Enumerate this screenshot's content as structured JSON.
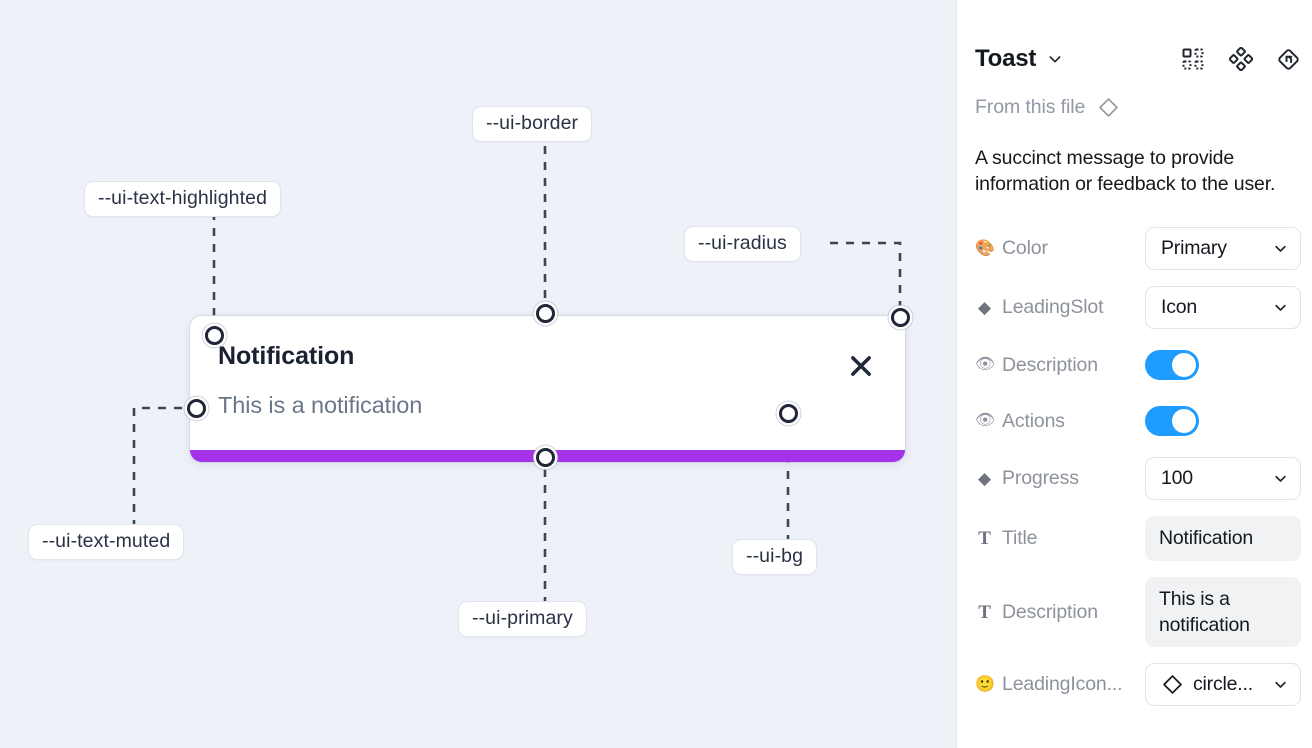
{
  "canvas": {
    "tokens": [
      {
        "id": "ui-border",
        "label": "--ui-border"
      },
      {
        "id": "ui-text-highlighted",
        "label": "--ui-text-highlighted"
      },
      {
        "id": "ui-radius",
        "label": "--ui-radius"
      },
      {
        "id": "ui-text-muted",
        "label": "--ui-text-muted"
      },
      {
        "id": "ui-primary",
        "label": "--ui-primary"
      },
      {
        "id": "ui-bg",
        "label": "--ui-bg"
      }
    ],
    "toast": {
      "title": "Notification",
      "description": "This is a notification",
      "close_icon": "close-icon",
      "progress_color": "#a432e8",
      "background": "#ffffff"
    },
    "background": "#eef1f7"
  },
  "panel": {
    "title": "Toast",
    "title_caret_icon": "chevron-down-icon",
    "tools": [
      {
        "id": "component-icon",
        "name": "component-grid-icon"
      },
      {
        "id": "variants-icon",
        "name": "variants-diamond-icon"
      },
      {
        "id": "reset-icon",
        "name": "reset-instance-icon"
      }
    ],
    "from_file": {
      "label": "From this file",
      "icon": "diamond-outline-icon"
    },
    "description": "A succinct message to provide information or feedback to the user.",
    "properties": [
      {
        "name": "Color",
        "icon": "palette-emoji",
        "icon_glyph": "🎨",
        "icon_kind": "emoji",
        "control": "select",
        "value": "Primary"
      },
      {
        "name": "LeadingSlot",
        "icon": "filled-diamond-icon",
        "icon_glyph": "◆",
        "icon_kind": "diamond",
        "control": "select",
        "value": "Icon"
      },
      {
        "name": "Description",
        "icon": "eye-emoji",
        "icon_glyph": "👁",
        "icon_kind": "emoji",
        "control": "toggle",
        "value": "on"
      },
      {
        "name": "Actions",
        "icon": "eye-emoji",
        "icon_glyph": "👁",
        "icon_kind": "emoji",
        "control": "toggle",
        "value": "on"
      },
      {
        "name": "Progress",
        "icon": "filled-diamond-icon",
        "icon_glyph": "◆",
        "icon_kind": "diamond",
        "control": "select",
        "value": "100"
      },
      {
        "name": "Title",
        "icon": "text-type-icon",
        "icon_glyph": "T",
        "icon_kind": "text",
        "control": "text",
        "value": "Notification"
      },
      {
        "name": "Description",
        "icon": "text-type-icon",
        "icon_glyph": "T",
        "icon_kind": "text",
        "control": "text",
        "value": "This is a notification"
      },
      {
        "name": "LeadingIcon...",
        "icon": "smiley-emoji",
        "icon_glyph": "🙂",
        "icon_kind": "emoji",
        "control": "select-icon",
        "value": "circle..."
      }
    ]
  },
  "colors": {
    "accent_toggle": "#1f9cff",
    "primary": "#a432e8",
    "canvas_bg": "#eef1f7",
    "wire": "#3c4659"
  }
}
